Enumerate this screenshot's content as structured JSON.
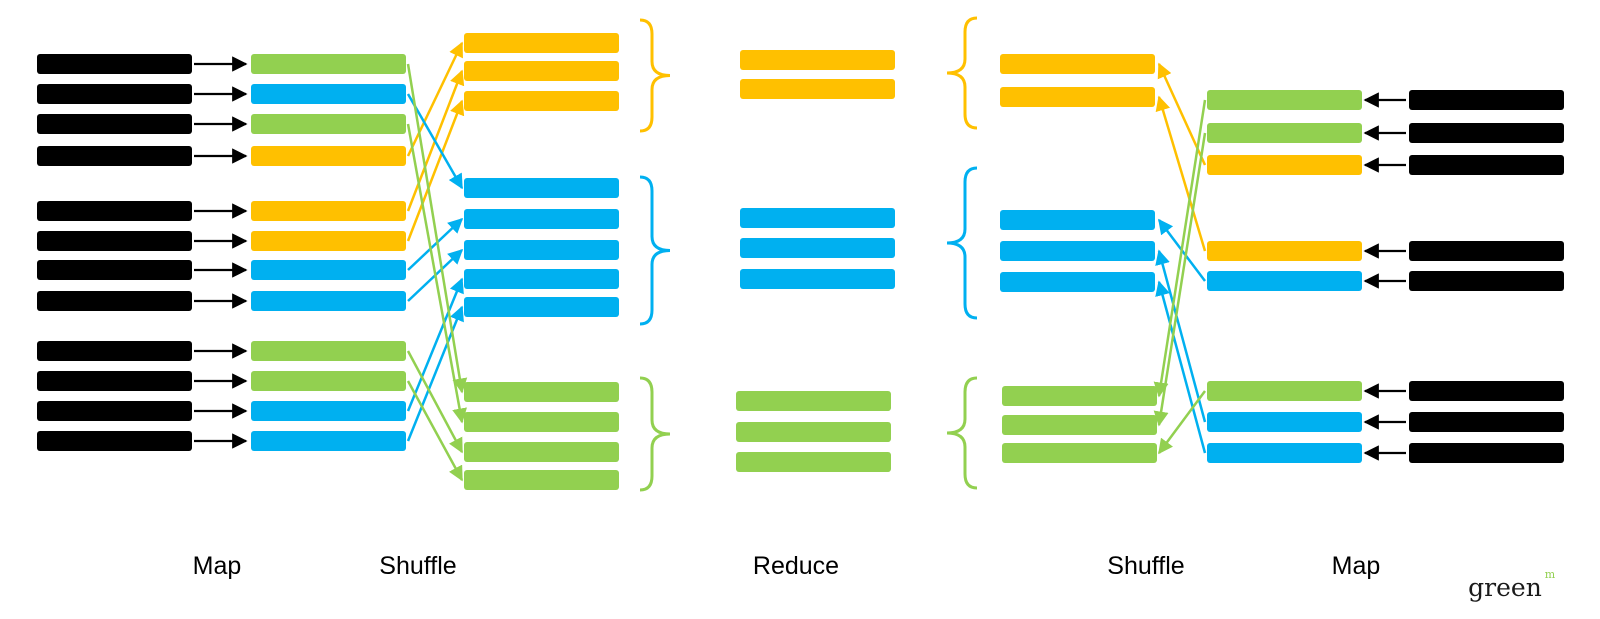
{
  "colors": {
    "black": "#000000",
    "green": "#92d050",
    "blue": "#00b0f0",
    "yellow": "#ffc000"
  },
  "labels": {
    "map_left": "Map",
    "shuffle_left": "Shuffle",
    "reduce": "Reduce",
    "shuffle_right": "Shuffle",
    "map_right": "Map"
  },
  "logo": {
    "text": "green",
    "sup": "m"
  },
  "left": {
    "input_records": 12,
    "mapped_colors": [
      "green",
      "blue",
      "green",
      "yellow",
      "yellow",
      "yellow",
      "blue",
      "blue",
      "green",
      "green",
      "blue",
      "blue"
    ],
    "shuffled": {
      "yellow": 3,
      "blue": 5,
      "green": 4
    }
  },
  "reduce": {
    "yellow": 2,
    "blue": 3,
    "green": 3
  },
  "right": {
    "shuffled": {
      "yellow": 2,
      "blue": 3,
      "green": 3
    },
    "mapped_colors": [
      "green",
      "green",
      "yellow",
      "yellow",
      "blue",
      "green",
      "blue",
      "blue"
    ]
  }
}
